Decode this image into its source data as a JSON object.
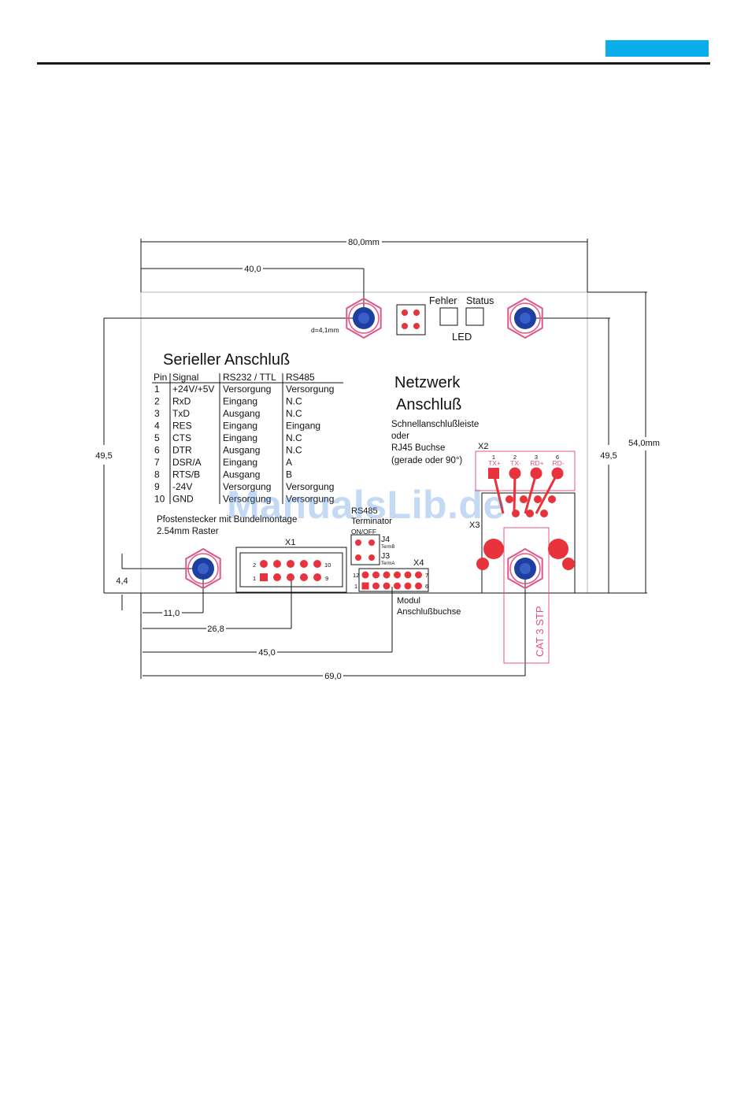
{
  "colors": {
    "accent": "#0aaeea",
    "pin_red": "#e8323c",
    "outline_pink": "#e2548a",
    "screw_blue": "#1d3fa0",
    "line": "#111111",
    "pink_text": "#e8507a"
  },
  "dimensions": {
    "width_total": "80,0mm",
    "center": "40,0",
    "height_left": "49,5",
    "height_right": "49,5",
    "height_total": "54,0mm",
    "offset_small": "4,4",
    "x_11": "11,0",
    "x_26": "26,8",
    "x_45": "45,0",
    "x_69": "69,0",
    "drill": "d=4,1mm"
  },
  "leds": {
    "fehler": "Fehler",
    "status": "Status",
    "led": "LED"
  },
  "serial": {
    "title": "Serieller Anschluß",
    "headers": [
      "Pin",
      "Signal",
      "RS232 / TTL",
      "RS485"
    ],
    "rows": [
      [
        "1",
        "+24V/+5V",
        "Versorgung",
        "Versorgung"
      ],
      [
        "2",
        "RxD",
        "Eingang",
        "N.C"
      ],
      [
        "3",
        "TxD",
        "Ausgang",
        "N.C"
      ],
      [
        "4",
        "RES",
        "Eingang",
        "Eingang"
      ],
      [
        "5",
        "CTS",
        "Eingang",
        "N.C"
      ],
      [
        "6",
        "DTR",
        "Ausgang",
        "N.C"
      ],
      [
        "7",
        "DSR/A",
        "Eingang",
        "A"
      ],
      [
        "8",
        "RTS/B",
        "Ausgang",
        "B"
      ],
      [
        "9",
        "-24V",
        "Versorgung",
        "Versorgung"
      ],
      [
        "10",
        "GND",
        "Versorgung",
        "Versorgung"
      ]
    ],
    "note1": "Pfostenstecker mit Bundelmontage",
    "note2": "2.54mm Raster"
  },
  "network": {
    "title1": "Netzwerk",
    "title2": "Anschluß",
    "desc1": "Schnellanschlußleiste",
    "desc2": "oder",
    "desc3": "RJ45 Buchse",
    "desc4": "(gerade oder 90°)"
  },
  "x1": {
    "label": "X1",
    "pin2": "2",
    "pin10": "10",
    "pin1": "1",
    "pin9": "9"
  },
  "x2": {
    "label": "X2",
    "pins": [
      "1",
      "2",
      "3",
      "6"
    ],
    "signals": [
      "TX+",
      "TX-",
      "RD+",
      "RD-"
    ]
  },
  "x3": {
    "label": "X3"
  },
  "x4": {
    "label": "X4",
    "pin12": "12",
    "pin1": "1",
    "pin_a": "7",
    "pin_b": "6"
  },
  "rs485": {
    "line1": "RS485",
    "line2": "Terminator",
    "line3": "ON/OFF",
    "j4": "J4",
    "j4sub": "TermB",
    "j3": "J3",
    "j3sub": "TermA"
  },
  "modul": {
    "line1": "Modul",
    "line2": "Anschlußbuchse"
  },
  "cable": "CAT 3 STP",
  "watermark": "ManualsLib.de"
}
